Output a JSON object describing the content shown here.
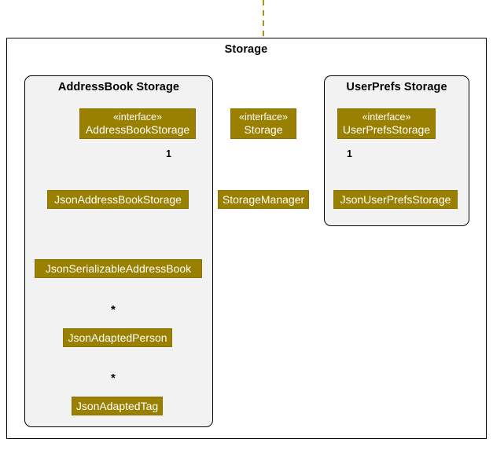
{
  "diagram": {
    "type": "uml-class-diagram",
    "outer_package": {
      "title": "Storage"
    },
    "packages": [
      {
        "id": "addressbook",
        "title": "AddressBook Storage"
      },
      {
        "id": "userprefs",
        "title": "UserPrefs Storage"
      }
    ],
    "nodes": [
      {
        "id": "addressbookstorage",
        "stereotype": "«interface»",
        "name": "AddressBookStorage"
      },
      {
        "id": "storage",
        "stereotype": "«interface»",
        "name": "Storage"
      },
      {
        "id": "userprefsstorage",
        "stereotype": "«interface»",
        "name": "UserPrefsStorage"
      },
      {
        "id": "jsonaddressbookstorage",
        "stereotype": "",
        "name": "JsonAddressBookStorage"
      },
      {
        "id": "storagemanager",
        "stereotype": "",
        "name": "StorageManager"
      },
      {
        "id": "jsonuserprefsstorage",
        "stereotype": "",
        "name": "JsonUserPrefsStorage"
      },
      {
        "id": "jsonserializableaddressbook",
        "stereotype": "",
        "name": "JsonSerializableAddressBook"
      },
      {
        "id": "jsonadaptedperson",
        "stereotype": "",
        "name": "JsonAdaptedPerson"
      },
      {
        "id": "jsonadaptedtag",
        "stereotype": "",
        "name": "JsonAdaptedTag"
      }
    ],
    "multiplicities": [
      {
        "id": "m1",
        "label": "1"
      },
      {
        "id": "m2",
        "label": "1"
      },
      {
        "id": "m3",
        "label": "*"
      },
      {
        "id": "m4",
        "label": "*"
      }
    ],
    "colors": {
      "node_fill": "#9a8000",
      "node_text": "#ffffff",
      "edge": "#9a8000",
      "package_fill": "#f2f2f2",
      "outer_fill": "#ffffff",
      "border": "#000000"
    }
  }
}
